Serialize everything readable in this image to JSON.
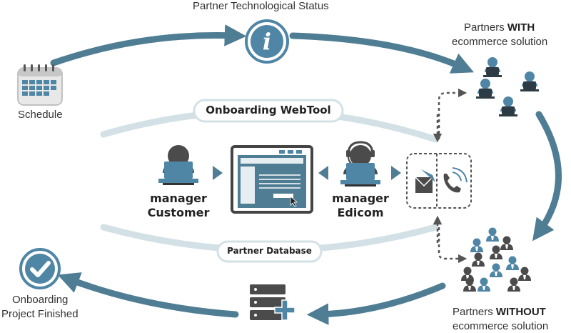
{
  "top_label": "Partner Technological Status",
  "schedule_label": "Schedule",
  "partners_with": {
    "line1_prefix": "Partners ",
    "line1_bold": "WITH",
    "line2": "ecommerce solution"
  },
  "partners_without": {
    "line1_prefix": "Partners ",
    "line1_bold": "WITHOUT",
    "line2": "ecommerce solution"
  },
  "onboarding_webtool": "Onboarding WebTool",
  "partner_database": "Partner Database",
  "manager_customer": {
    "line1": "manager",
    "line2": "Customer"
  },
  "manager_edicom": {
    "line1": "manager",
    "line2": "Edicom"
  },
  "finished": {
    "line1": "Onboarding",
    "line2": "Project Finished"
  },
  "colors": {
    "primary": "#4f7d94",
    "light_band": "#d3e1e6",
    "dark_icon": "#4b4b4b",
    "blue_icon": "#4f85a5"
  },
  "icons": [
    "calendar-icon",
    "info-icon",
    "partner-group-icon",
    "crowd-icon",
    "manager-customer-icon",
    "manager-edicom-icon",
    "webtool-window-icon",
    "email-phone-icon",
    "database-icon",
    "checkmark-icon"
  ]
}
